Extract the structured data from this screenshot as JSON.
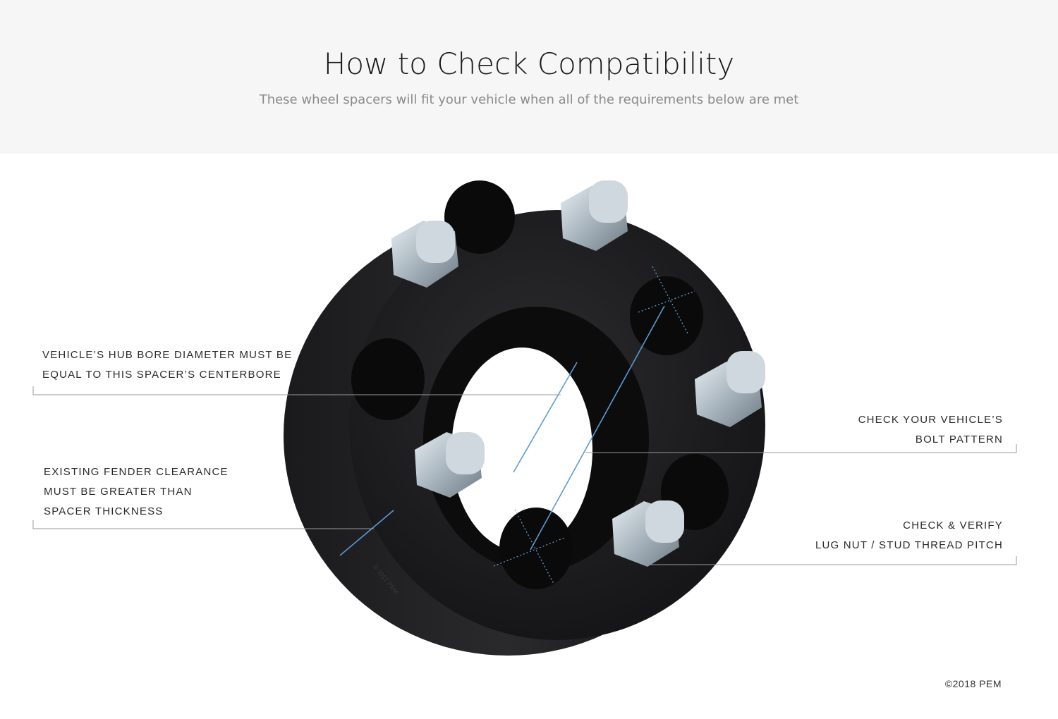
{
  "header": {
    "title": "How to Check Compatibility",
    "subtitle": "These wheel spacers will fit your vehicle when all of the requirements below are met"
  },
  "callouts": {
    "hub_bore": {
      "line1": "VEHICLE’S HUB BORE DIAMETER MUST BE",
      "line2": "EQUAL TO THIS  SPACER’S CENTERBORE"
    },
    "fender": {
      "line1": "EXISTING FENDER CLEARANCE",
      "line2": "MUST BE GREATER THAN",
      "line3": "SPACER THICKNESS"
    },
    "bolt_pattern": {
      "line1": "CHECK YOUR VEHICLE’S",
      "line2": "BOLT PATTERN"
    },
    "thread_pitch": {
      "line1": "CHECK & VERIFY",
      "line2": "LUG NUT / STUD THREAD PITCH"
    }
  },
  "colors": {
    "spacer_body": "#1c1c1e",
    "accent_line": "#5b9bd5",
    "leader_line": "#9a9a9a",
    "stud": "#b9c4cc"
  },
  "footer": {
    "copyright": "©2018 PEM"
  }
}
